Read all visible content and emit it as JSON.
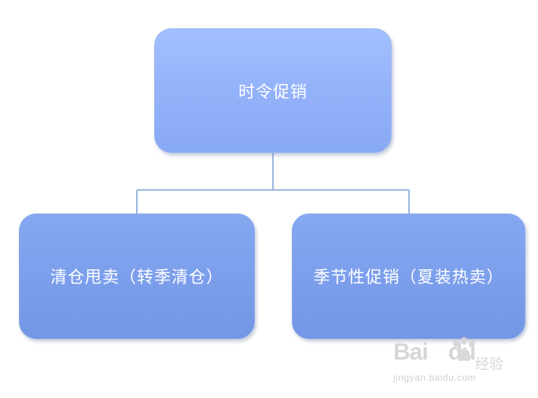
{
  "diagram": {
    "root": {
      "label": "时令促销"
    },
    "children": [
      {
        "label": "清仓甩卖（转季清仓）"
      },
      {
        "label": "季节性促销（夏装热卖）"
      }
    ]
  },
  "colors": {
    "root_fill": "#93b2fa",
    "child_fill": "#7c9fec",
    "connector": "#9bb7de",
    "text": "#ffffff"
  },
  "watermark": {
    "logo_text": "Bai",
    "logo_text2": "du",
    "cn_text": "经验",
    "url": "jingyan.baidu.com",
    "icon": "paw-icon"
  }
}
